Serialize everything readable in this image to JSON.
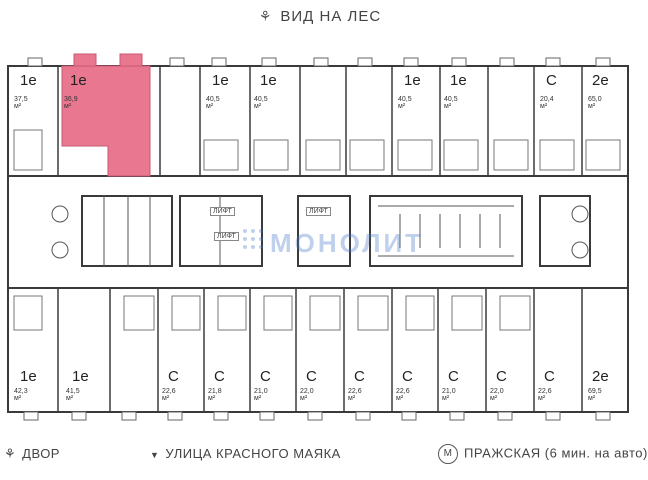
{
  "header": {
    "view_label": "ВИД НА ЛЕС",
    "view_icon": "tree-icon"
  },
  "watermark": "МОНОЛИТ",
  "lifts": [
    "ЛИФТ",
    "ЛИФТ",
    "ЛИФТ"
  ],
  "top_units": [
    {
      "type": "1е",
      "area": "37,5 м²",
      "selected": false
    },
    {
      "type": "1е",
      "area": "36,9 м²",
      "selected": true
    },
    {
      "type": "1е",
      "area": "40,5 м²",
      "selected": false
    },
    {
      "type": "1е",
      "area": "40,5 м²",
      "selected": false
    },
    {
      "type": "1е",
      "area": "40,5 м²",
      "selected": false
    },
    {
      "type": "1е",
      "area": "40,5 м²",
      "selected": false
    },
    {
      "type": "С",
      "area": "20,4 м²",
      "selected": false
    },
    {
      "type": "2е",
      "area": "65,0 м²",
      "selected": false
    }
  ],
  "bottom_units": [
    {
      "type": "1е",
      "area": "42,3 м²"
    },
    {
      "type": "1е",
      "area": "41,5 м²"
    },
    {
      "type": "С",
      "area": "22,6 м²"
    },
    {
      "type": "С",
      "area": "21,8 м²"
    },
    {
      "type": "С",
      "area": "21,0 м²"
    },
    {
      "type": "С",
      "area": "22,0 м²"
    },
    {
      "type": "С",
      "area": "22,6 м²"
    },
    {
      "type": "С",
      "area": "22,6 м²"
    },
    {
      "type": "С",
      "area": "21,0 м²"
    },
    {
      "type": "С",
      "area": "22,0 м²"
    },
    {
      "type": "С",
      "area": "22,6 м²"
    },
    {
      "type": "2е",
      "area": "69,5 м²"
    }
  ],
  "footer": {
    "yard_label": "ДВОР",
    "street_label": "УЛИЦА КРАСНОГО МАЯКА",
    "metro_letter": "М",
    "metro_label": "ПРАЖСКАЯ (6 мин. на авто)"
  },
  "colors": {
    "selected": "#e8778f",
    "walls": "#3a3a3a",
    "accent": "#4678c8"
  }
}
